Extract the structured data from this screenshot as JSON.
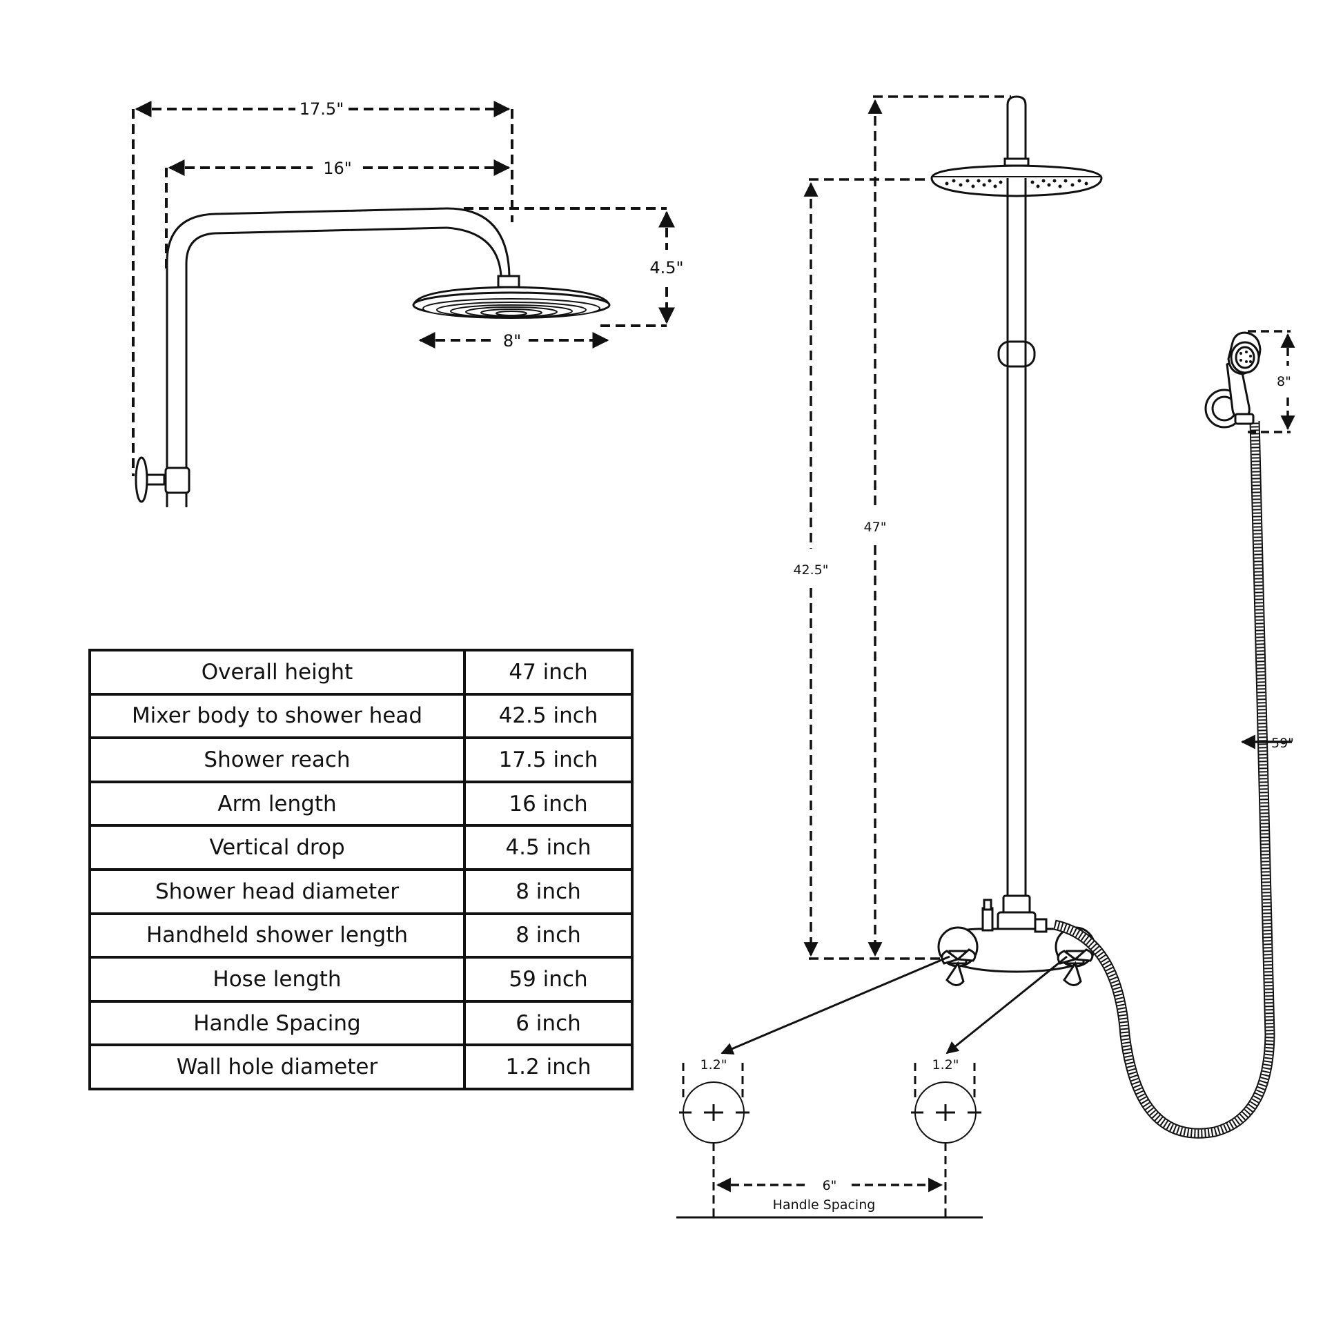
{
  "dimensions": {
    "shower_reach": "17.5\"",
    "arm_length": "16\"",
    "vertical_drop": "4.5\"",
    "head_diameter": "8\"",
    "overall_height": "47\"",
    "mixer_to_head": "42.5\"",
    "handheld_length": "8\"",
    "hose_length": "59\"",
    "wall_hole_left": "1.2\"",
    "wall_hole_right": "1.2\"",
    "handle_spacing": "6\"",
    "handle_spacing_label": "Handle Spacing"
  },
  "specs": [
    {
      "label": "Overall height",
      "value": "47 inch"
    },
    {
      "label": "Mixer body to shower head",
      "value": "42.5 inch"
    },
    {
      "label": "Shower reach",
      "value": "17.5 inch"
    },
    {
      "label": "Arm length",
      "value": "16 inch"
    },
    {
      "label": "Vertical drop",
      "value": "4.5 inch"
    },
    {
      "label": "Shower head diameter",
      "value": "8 inch"
    },
    {
      "label": "Handheld shower length",
      "value": "8 inch"
    },
    {
      "label": "Hose length",
      "value": "59 inch"
    },
    {
      "label": "Handle Spacing",
      "value": "6 inch"
    },
    {
      "label": "Wall hole diameter",
      "value": "1.2 inch"
    }
  ]
}
